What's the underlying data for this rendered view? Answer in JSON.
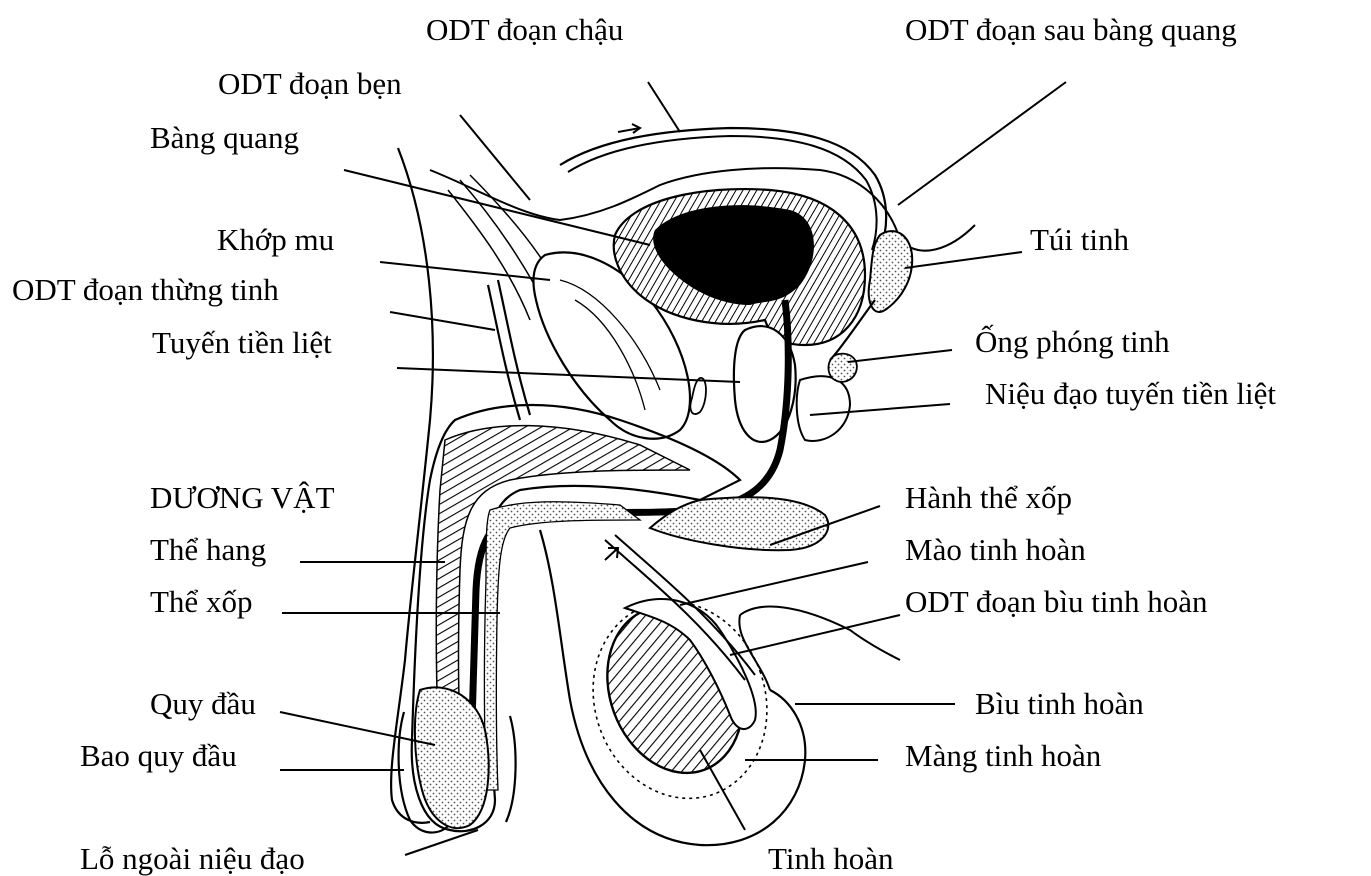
{
  "labels": {
    "odt_doan_chau": "ODT đoạn chậu",
    "odt_doan_sau_bang_quang": "ODT đoạn sau bàng quang",
    "odt_doan_ben": "ODT đoạn bẹn",
    "bang_quang": "Bàng quang",
    "khop_mu": "Khớp mu",
    "odt_doan_thung_tinh": "ODT đoạn thừng tinh",
    "tuyen_tien_liet": "Tuyến tiền liệt",
    "tui_tinh": "Túi tinh",
    "ong_phong_tinh": "Ống phóng tinh",
    "nieu_dao_tuyen_tien_liet": "Niệu đạo tuyến tiền liệt",
    "duong_vat": "DƯƠNG VẬT",
    "the_hang": "Thể hang",
    "the_xop": "Thể xốp",
    "hanh_the_xop": "Hành thể xốp",
    "mao_tinh_hoan": "Mào tinh hoàn",
    "odt_doan_biu_tinh_hoan": "ODT đoạn bìu tinh hoàn",
    "quy_dau": "Quy đầu",
    "bao_quy_dau": "Bao quy đầu",
    "biu_tinh_hoan": "Bìu tinh hoàn",
    "mang_tinh_hoan": "Màng tinh hoàn",
    "lo_ngoai_nieu_dao": "Lỗ ngoài niệu đạo",
    "tinh_hoan": "Tinh hoàn"
  }
}
